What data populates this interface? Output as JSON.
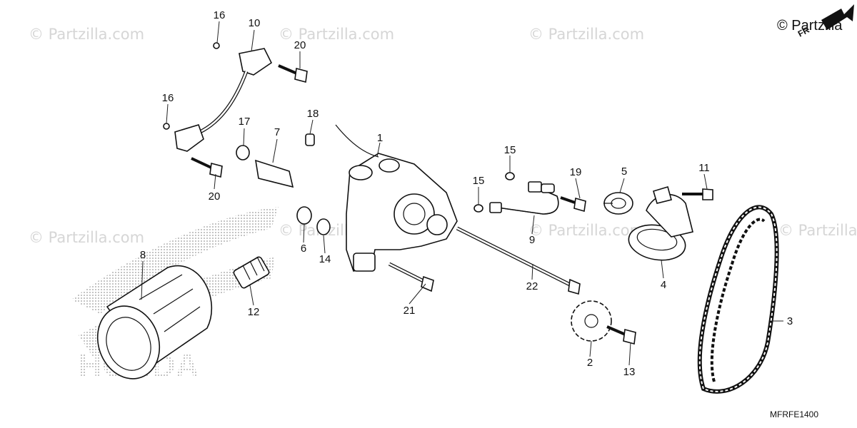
{
  "watermark": {
    "text": "© Partzilla.com",
    "corner_text": "© Partzilla"
  },
  "diagram_code": "MFRFE1400",
  "direction_label": "FR",
  "logo_text": "HONDA",
  "callouts": [
    {
      "id": "c1",
      "label": "1"
    },
    {
      "id": "c2",
      "label": "2"
    },
    {
      "id": "c3",
      "label": "3"
    },
    {
      "id": "c4",
      "label": "4"
    },
    {
      "id": "c5",
      "label": "5"
    },
    {
      "id": "c6",
      "label": "6"
    },
    {
      "id": "c7",
      "label": "7"
    },
    {
      "id": "c8",
      "label": "8"
    },
    {
      "id": "c9",
      "label": "9"
    },
    {
      "id": "c10",
      "label": "10"
    },
    {
      "id": "c11",
      "label": "11"
    },
    {
      "id": "c12",
      "label": "12"
    },
    {
      "id": "c13",
      "label": "13"
    },
    {
      "id": "c14",
      "label": "14"
    },
    {
      "id": "c15a",
      "label": "15"
    },
    {
      "id": "c15b",
      "label": "15"
    },
    {
      "id": "c16a",
      "label": "16"
    },
    {
      "id": "c16b",
      "label": "16"
    },
    {
      "id": "c17",
      "label": "17"
    },
    {
      "id": "c18",
      "label": "18"
    },
    {
      "id": "c19",
      "label": "19"
    },
    {
      "id": "c20a",
      "label": "20"
    },
    {
      "id": "c20b",
      "label": "20"
    },
    {
      "id": "c21",
      "label": "21"
    },
    {
      "id": "c22",
      "label": "22"
    }
  ]
}
